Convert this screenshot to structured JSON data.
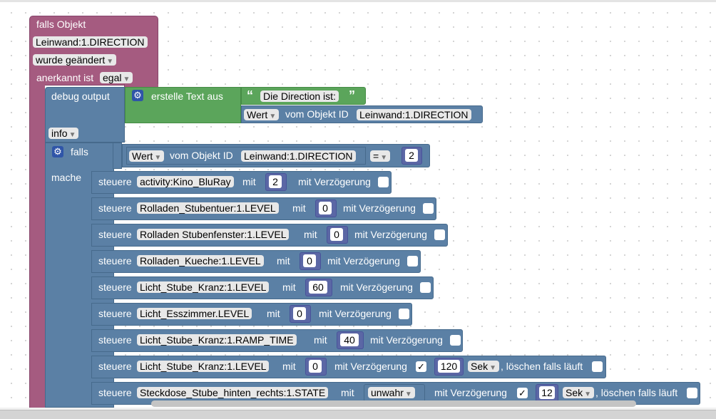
{
  "trigger": {
    "title": "falls Objekt",
    "object_id": "Leinwand:1.DIRECTION",
    "change_mode": "wurde geändert",
    "ack_label": "anerkannt ist",
    "ack_value": "egal"
  },
  "debug": {
    "label": "debug output",
    "level": "info",
    "text_label": "erstelle Text aus",
    "open_quote": "“",
    "close_quote": "”",
    "text_value": "Die Direction ist:",
    "value_mode": "Wert",
    "value_from": "vom Objekt ID",
    "value_object": "Leinwand:1.DIRECTION"
  },
  "if_block": {
    "label": "falls",
    "do_label": "mache",
    "cond_mode": "Wert",
    "cond_from": "vom Objekt ID",
    "cond_object": "Leinwand:1.DIRECTION",
    "operator": "=",
    "value": "2"
  },
  "rows": [
    {
      "action": "steuere",
      "target": "activity:Kino_BluRay",
      "with": "mit",
      "value": "2",
      "delay_label": "mit Verzögerung",
      "checked": ""
    },
    {
      "action": "steuere",
      "target": "Rolladen_Stubentuer:1.LEVEL",
      "with": "mit",
      "value": "0",
      "delay_label": "mit Verzögerung",
      "checked": ""
    },
    {
      "action": "steuere",
      "target": "Rolladen Stubenfenster:1.LEVEL",
      "with": "mit",
      "value": "0",
      "delay_label": "mit Verzögerung",
      "checked": ""
    },
    {
      "action": "steuere",
      "target": "Rolladen_Kueche:1.LEVEL",
      "with": "mit",
      "value": "0",
      "delay_label": "mit Verzögerung",
      "checked": ""
    },
    {
      "action": "steuere",
      "target": "Licht_Stube_Kranz:1.LEVEL",
      "with": "mit",
      "value": "60",
      "delay_label": "mit Verzögerung",
      "checked": ""
    },
    {
      "action": "steuere",
      "target": "Licht_Esszimmer.LEVEL",
      "with": "mit",
      "value": "0",
      "delay_label": "mit Verzögerung",
      "checked": ""
    },
    {
      "action": "steuere",
      "target": "Licht_Stube_Kranz:1.RAMP_TIME",
      "with": "mit",
      "value": "40",
      "delay_label": "mit Verzögerung",
      "checked": ""
    },
    {
      "action": "steuere",
      "target": "Licht_Stube_Kranz:1.LEVEL",
      "with": "mit",
      "value": "0",
      "delay_label": "mit Verzögerung",
      "checked": "✓",
      "delay_value": "120",
      "unit": "Sek",
      "clear_label": ", löschen falls läuft"
    },
    {
      "action": "steuere",
      "target": "Steckdose_Stube_hinten_rechts:1.STATE",
      "with": "mit",
      "value": "unwahr",
      "delay_label": "mit Verzögerung",
      "checked": "✓",
      "delay_value": "12",
      "unit": "Sek",
      "clear_label": ", löschen falls läuft"
    }
  ],
  "colors": {
    "trigger": "#a55b80",
    "action": "#5b80a5",
    "text": "#5ba55b",
    "number": "#5b67a5"
  },
  "icons": {
    "gear": "gear-icon",
    "dropdown": "chevron-down-icon",
    "checkbox": "checkbox-icon"
  }
}
